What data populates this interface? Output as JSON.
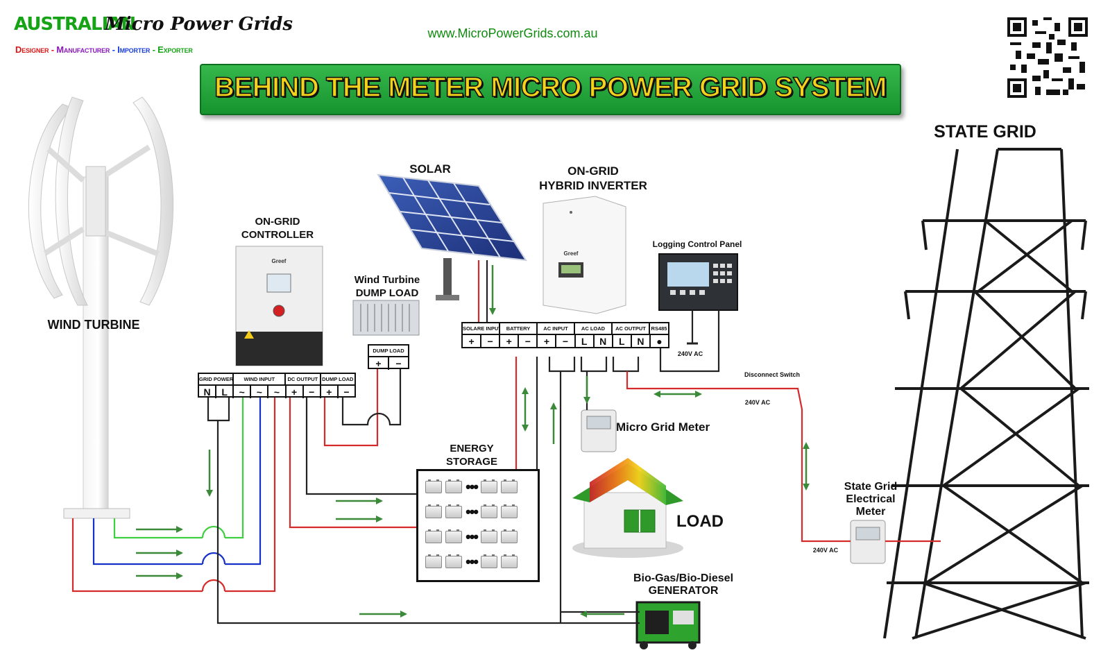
{
  "brand": {
    "name_part1": "AUSTRALIAN",
    "name_part2": "Micro Power Grids",
    "tagline": {
      "designer": "Designer",
      "manufacturer": "Manufacturer",
      "importer": "Importer",
      "exporter": "Exporter",
      "sep": " - "
    },
    "website": "www.MicroPowerGrids.com.au",
    "colors": {
      "green": "#16a316",
      "red": "#d81818",
      "purple": "#8a1ab8",
      "blue": "#1a3fd8"
    }
  },
  "title": "BEHIND THE METER MICRO POWER GRID SYSTEM",
  "components": {
    "wind_turbine": "WIND TURBINE",
    "controller": {
      "line1": "ON-GRID",
      "line2": "CONTROLLER",
      "brand": "Greef"
    },
    "dump_load": {
      "line1": "Wind Turbine",
      "line2": "DUMP LOAD"
    },
    "solar": "SOLAR",
    "inverter": {
      "line1": "ON-GRID",
      "line2": "HYBRID INVERTER",
      "brand": "Greef"
    },
    "logging_panel": "Logging Control Panel",
    "state_grid": "STATE GRID",
    "energy_storage": {
      "line1": "ENERGY",
      "line2": "STORAGE"
    },
    "micro_grid_meter": "Micro Grid Meter",
    "load": "LOAD",
    "generator": {
      "line1": "Bio-Gas/Bio-Diesel",
      "line2": "GENERATOR"
    },
    "state_grid_meter": {
      "line1": "State Grid",
      "line2": "Electrical",
      "line3": "Meter"
    },
    "disconnect_switch": "Disconnect Switch"
  },
  "voltage_labels": {
    "logging": "240V AC",
    "grid_line": "240V AC",
    "meter_line": "240V AC"
  },
  "controller_terminals": {
    "headers": [
      "GRID POWER",
      "WIND INPUT",
      "DC OUTPUT",
      "DUMP LOAD"
    ],
    "symbols": [
      "N",
      "L",
      "~",
      "~",
      "~",
      "+",
      "−",
      "+",
      "−"
    ]
  },
  "dump_load_terminals": {
    "header": "DUMP LOAD",
    "symbols": [
      "+",
      "−"
    ]
  },
  "inverter_terminals": {
    "headers": [
      "SOLARE INPUT",
      "BATTERY",
      "AC INPUT",
      "AC LOAD",
      "AC OUTPUT",
      "RS485"
    ],
    "symbols": [
      "+",
      "−",
      "+",
      "−",
      "+",
      "−",
      "L",
      "N",
      "L",
      "N",
      "●"
    ]
  },
  "wire_colors": {
    "positive": "#d42a2a",
    "negative": "#222222",
    "phase_a": "#3ecf3e",
    "phase_b": "#1530c8",
    "phase_c": "#d42a2a",
    "arrow": "#3a8a3a"
  },
  "icons": [
    "qr-code-icon",
    "wind-turbine-icon",
    "solar-panel-icon",
    "controller-icon",
    "inverter-icon",
    "logging-panel-icon",
    "dump-load-icon",
    "battery-icon",
    "meter-icon",
    "house-icon",
    "generator-icon",
    "pylon-icon",
    "flow-arrow-icon"
  ]
}
